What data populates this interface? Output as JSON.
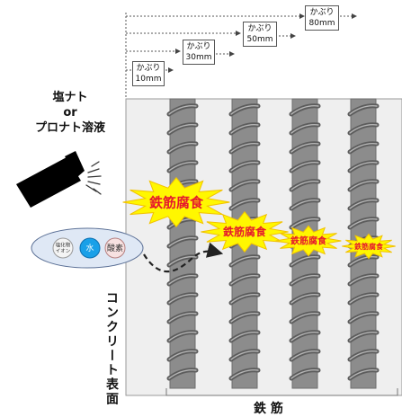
{
  "agent_label": [
    "塩ナト",
    "or",
    "プロナト溶液"
  ],
  "cover_depths": [
    {
      "label": "かぶり",
      "value": "10mm"
    },
    {
      "label": "かぶり",
      "value": "30mm"
    },
    {
      "label": "かぶり",
      "value": "50mm"
    },
    {
      "label": "かぶり",
      "value": "80mm"
    }
  ],
  "ions": [
    {
      "text": "塩化物イオン",
      "lines": [
        "塩化物",
        "イオン"
      ],
      "color": "#f4f4f4",
      "border": "#999999"
    },
    {
      "text": "水",
      "lines": [
        "水"
      ],
      "color": "#1aa0e8",
      "border": "#0b6fb0"
    },
    {
      "text": "酸素",
      "lines": [
        "酸素"
      ],
      "color": "#f7e1e1",
      "border": "#b58080"
    }
  ],
  "corrosion_labels": [
    "鉄筋腐食",
    "鉄筋腐食",
    "鉄筋腐食",
    "鉄筋腐食"
  ],
  "concrete_surface_label": "コンクリート表面",
  "rebar_label": "鉄 筋",
  "colors": {
    "concrete": "#efefef",
    "rebar_core": "#8c8c8c",
    "rebar_coil": "#5c5c5c",
    "burst": "#fff700",
    "burst_text": "#e6192d"
  }
}
